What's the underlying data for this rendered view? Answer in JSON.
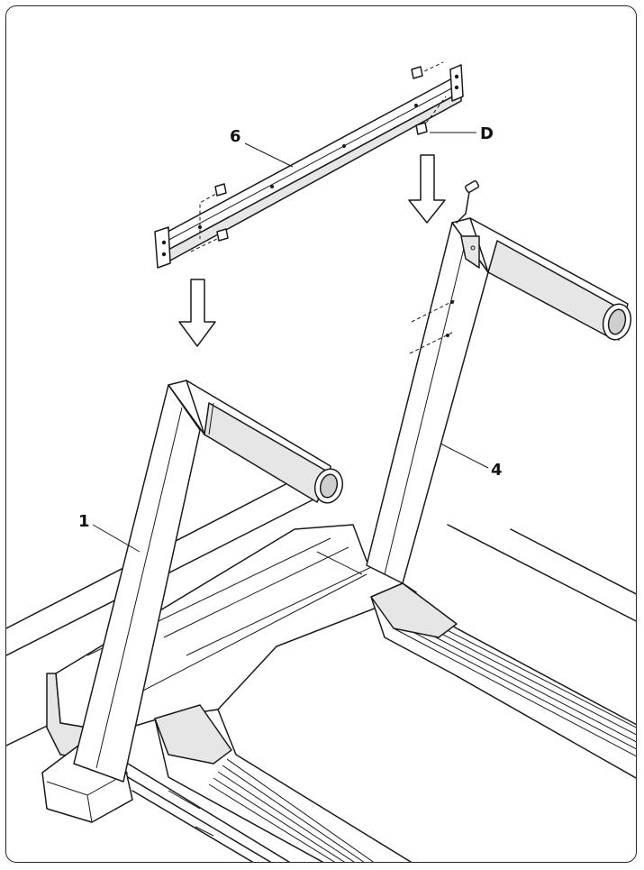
{
  "diagram": {
    "callouts": {
      "crossbar": "6",
      "bolt": "D",
      "left_upright": "1",
      "right_upright": "4"
    }
  }
}
